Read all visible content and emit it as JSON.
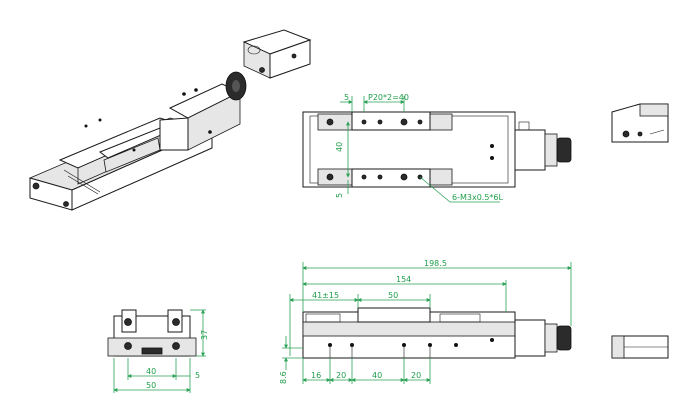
{
  "top_view": {
    "dim_5_top": "5",
    "dim_pitch": "P20*2=40",
    "dim_40": "40",
    "dim_5_side": "5",
    "callout": "6-M3x0.5*6L"
  },
  "front_view": {
    "dim_198_5": "198.5",
    "dim_154": "154",
    "dim_41_15": "41±15",
    "dim_50": "50",
    "dim_8_6": "8.6",
    "dim_16": "16",
    "dim_20a": "20",
    "dim_40": "40",
    "dim_20b": "20"
  },
  "end_view": {
    "dim_37": "37",
    "dim_40": "40",
    "dim_5": "5",
    "dim_50": "50"
  }
}
